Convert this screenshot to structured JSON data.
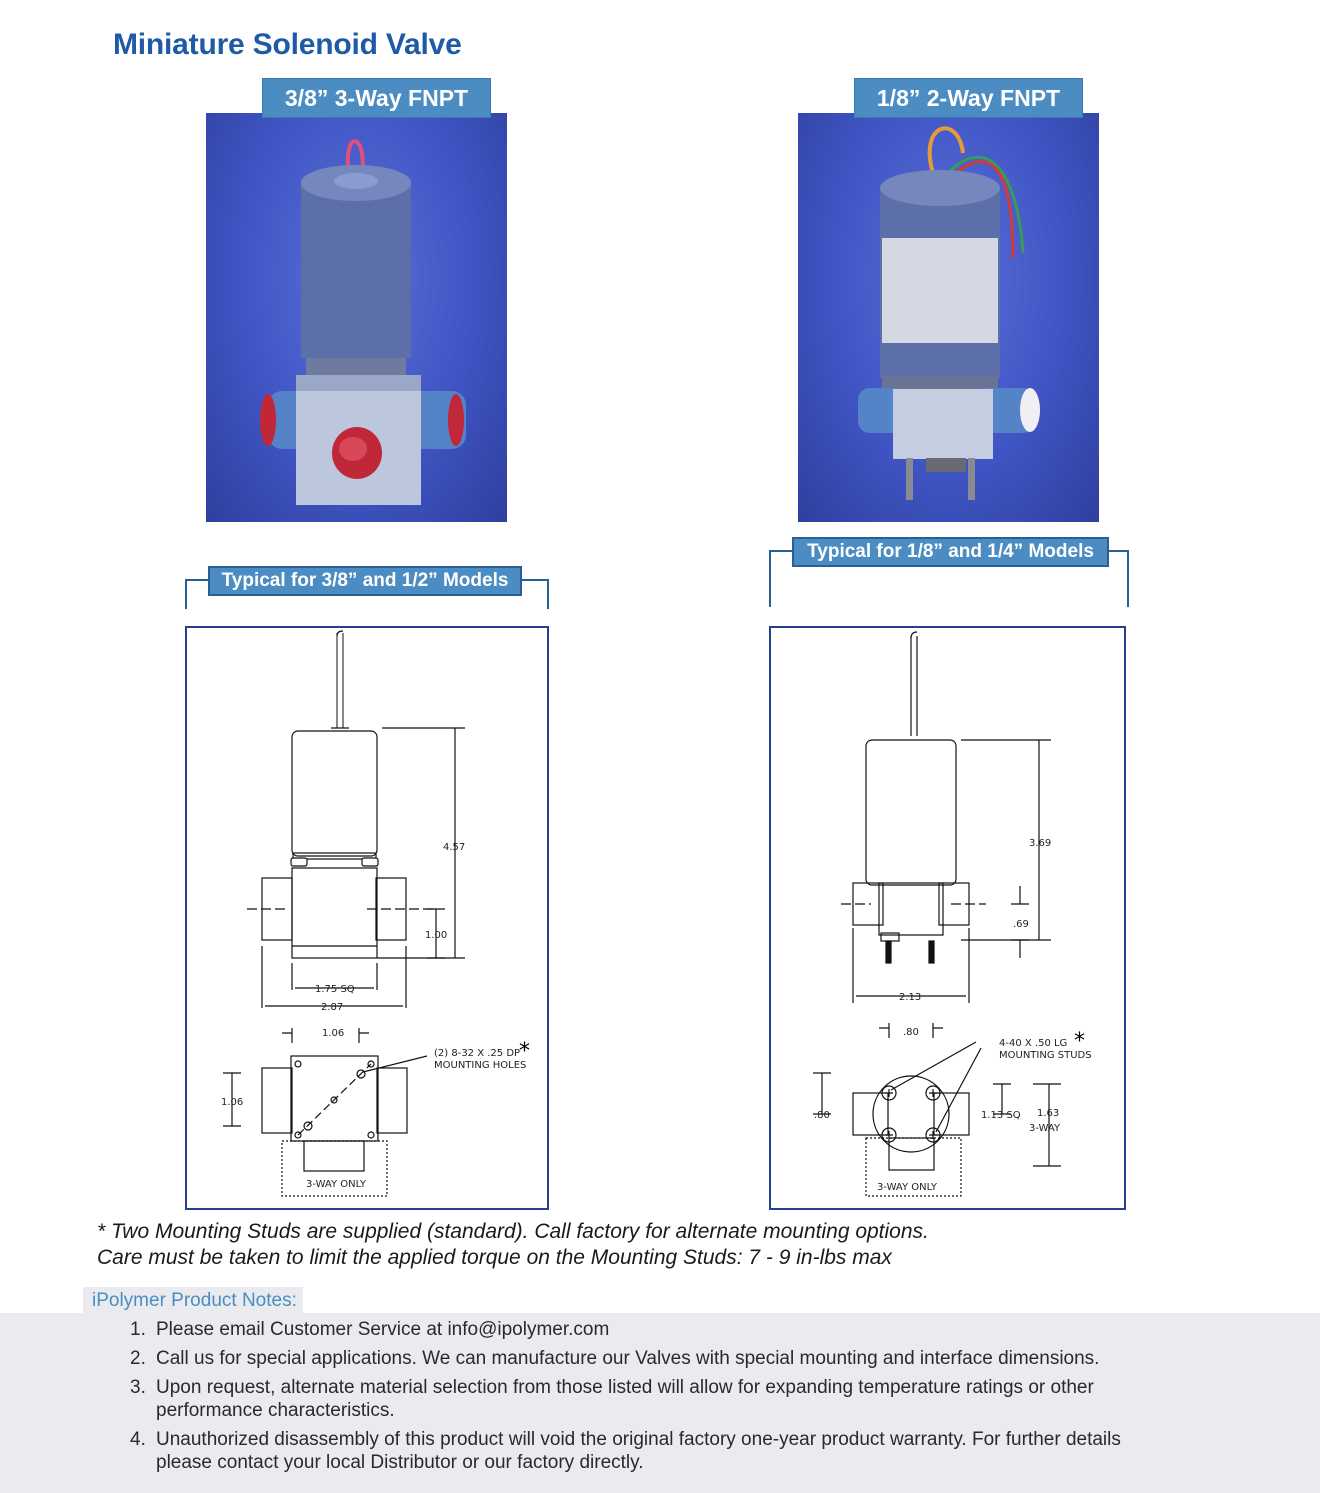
{
  "page": {
    "title": "Miniature Solenoid Valve"
  },
  "left": {
    "tab_label": "3/8” 3-Way FNPT",
    "bracket_label": "Typical for 3/8” and 1/2” Models",
    "dims": {
      "height": "4.57",
      "port_height": "1.00",
      "square": "1.75 SQ",
      "width": "2.87",
      "hole_spacing_x": "1.06",
      "hole_spacing_y": "1.06",
      "holes_line1": "(2) 8-32 X .25 DP",
      "holes_line2": "MOUNTING HOLES",
      "three_way": "3-WAY ONLY",
      "asterisk": "*"
    }
  },
  "right": {
    "tab_label": "1/8” 2-Way FNPT",
    "bracket_label": "Typical for 1/8” and 1/4” Models",
    "dims": {
      "height": "3.69",
      "port_height": ".69",
      "width": "2.13",
      "stud_spacing_x": ".80",
      "stud_spacing_y": ".80",
      "studs_line1": "4-40 X .50 LG",
      "studs_line2": "MOUNTING STUDS",
      "square": "1.13 SQ",
      "three_way_dim": "1.63",
      "three_way_dim_label": "3-WAY",
      "three_way": "3-WAY ONLY",
      "asterisk": "*"
    }
  },
  "footnote": {
    "line1": "* Two Mounting Studs are supplied (standard).  Call factory for alternate mounting options.",
    "line2": "Care must be taken to limit the applied torque on the Mounting Studs: 7 - 9 in-lbs max"
  },
  "product_notes": {
    "heading": "iPolymer Product Notes:",
    "items": [
      {
        "num": "1.",
        "text": "Please email Customer Service at info@ipolymer.com"
      },
      {
        "num": "2.",
        "text": "Call us for special applications.  We can manufacture our Valves with special mounting and interface dimensions."
      },
      {
        "num": "3.",
        "text": "Upon request, alternate material selection from those listed will allow for expanding temperature ratings or other performance characteristics."
      },
      {
        "num": "4.",
        "text": "Unauthorized disassembly of this product will void the original factory one-year product warranty.  For further details please contact your local Distributor or our factory directly."
      }
    ]
  },
  "colors": {
    "title_blue": "#1f5aa6",
    "tab_blue": "#4b8dc2",
    "frame_navy": "#23418c",
    "photo_bg": "#3f55c4",
    "valve_gray_blue": "#5c6fa8",
    "port_red": "#c0283a"
  }
}
